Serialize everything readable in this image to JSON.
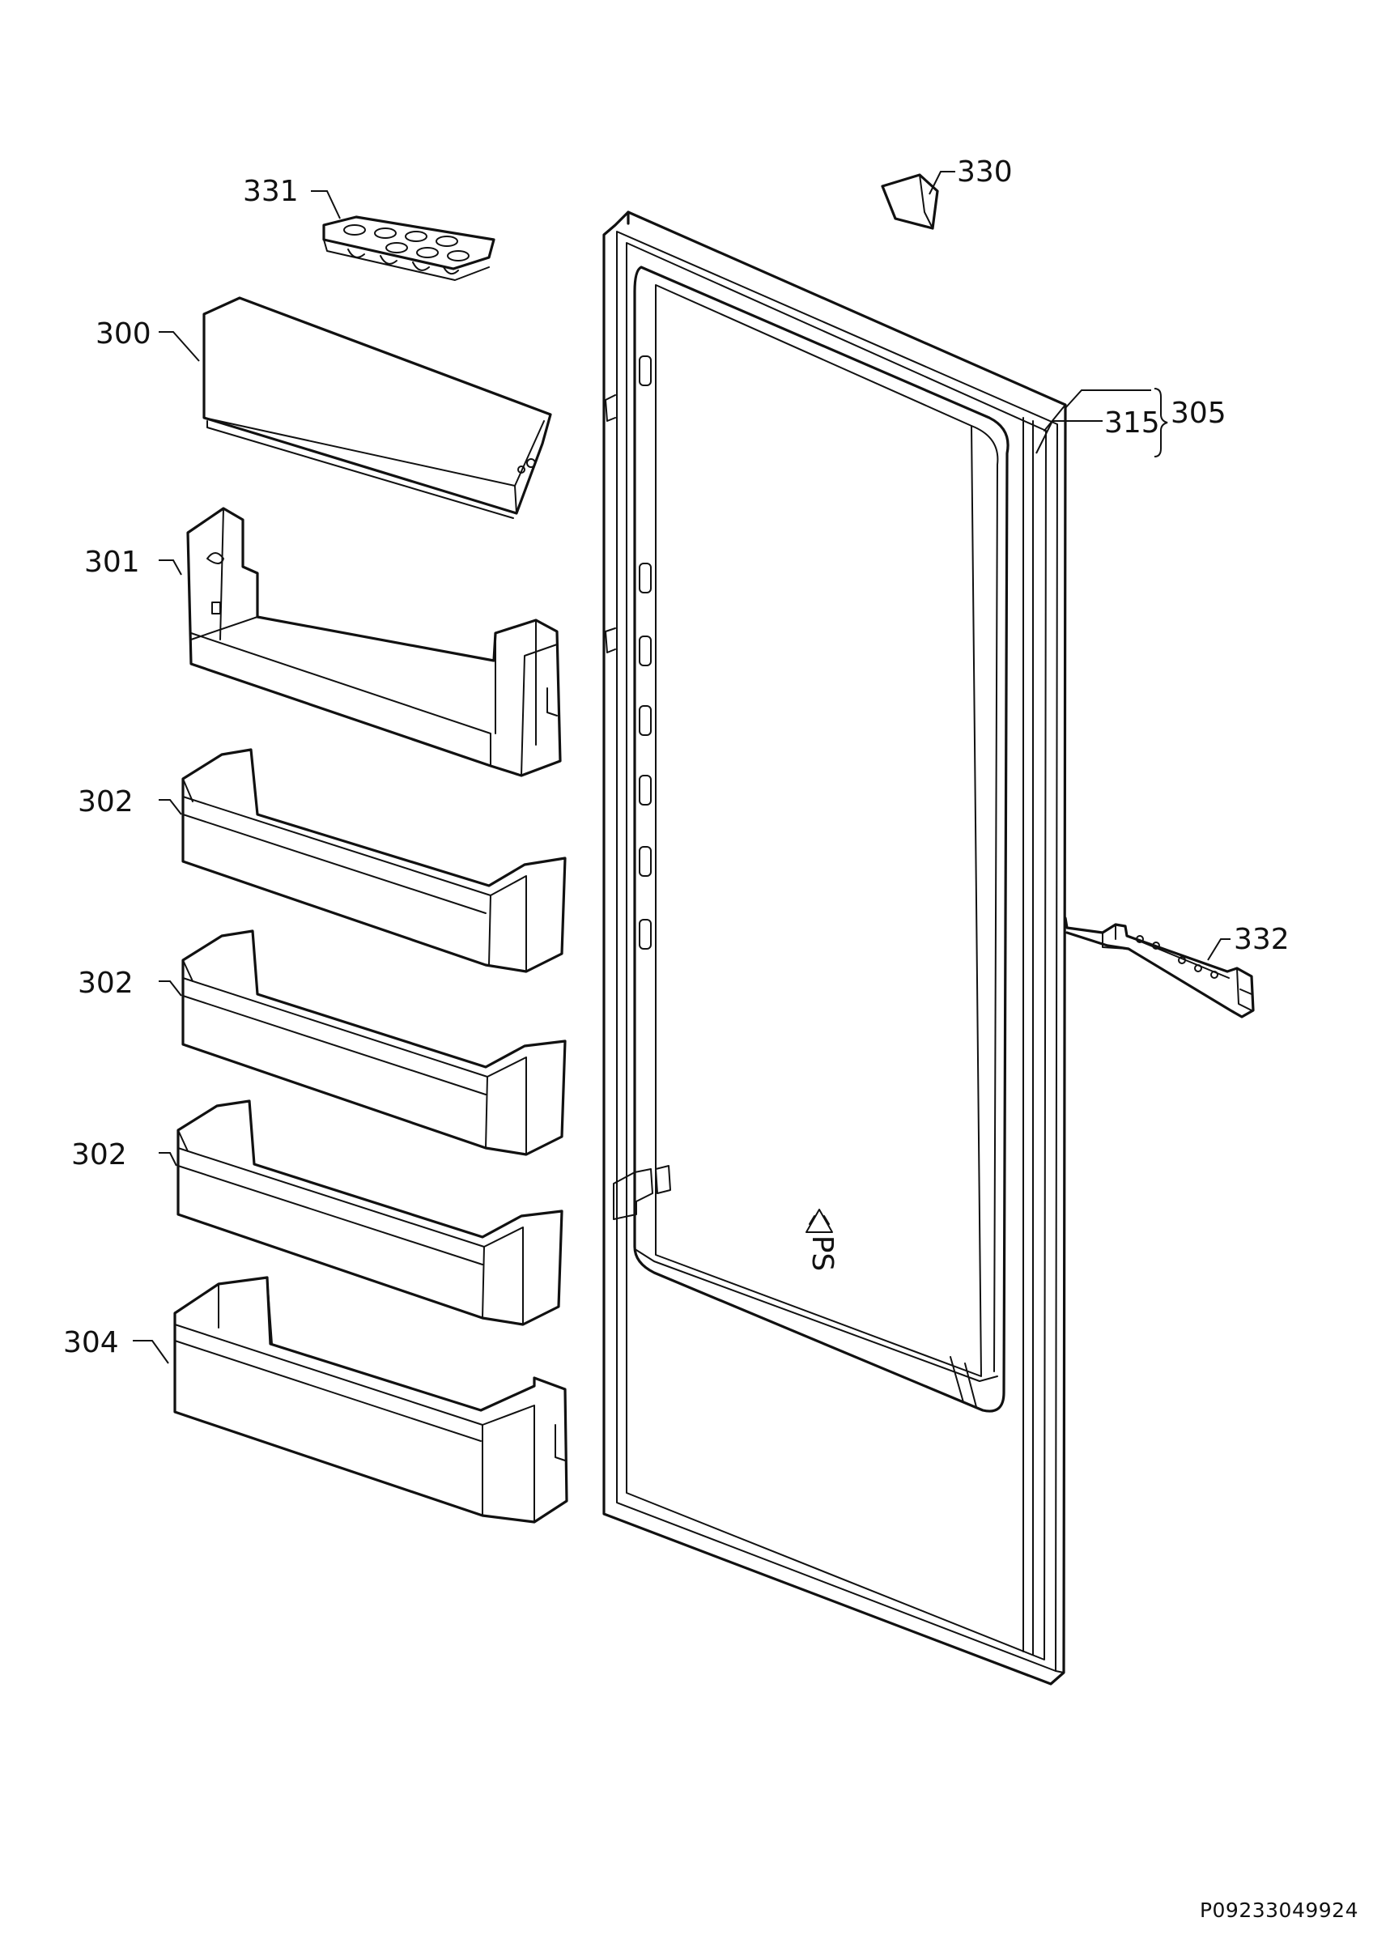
{
  "callouts": {
    "c300": "300",
    "c301": "301",
    "c302a": "302",
    "c302b": "302",
    "c302c": "302",
    "c304": "304",
    "c305": "305",
    "c315": "315",
    "c330": "330",
    "c331": "331",
    "c332": "332"
  },
  "recycle_code": "PS",
  "document_code": "P09233049924",
  "colors": {
    "line": "#111111",
    "background": "#ffffff"
  }
}
